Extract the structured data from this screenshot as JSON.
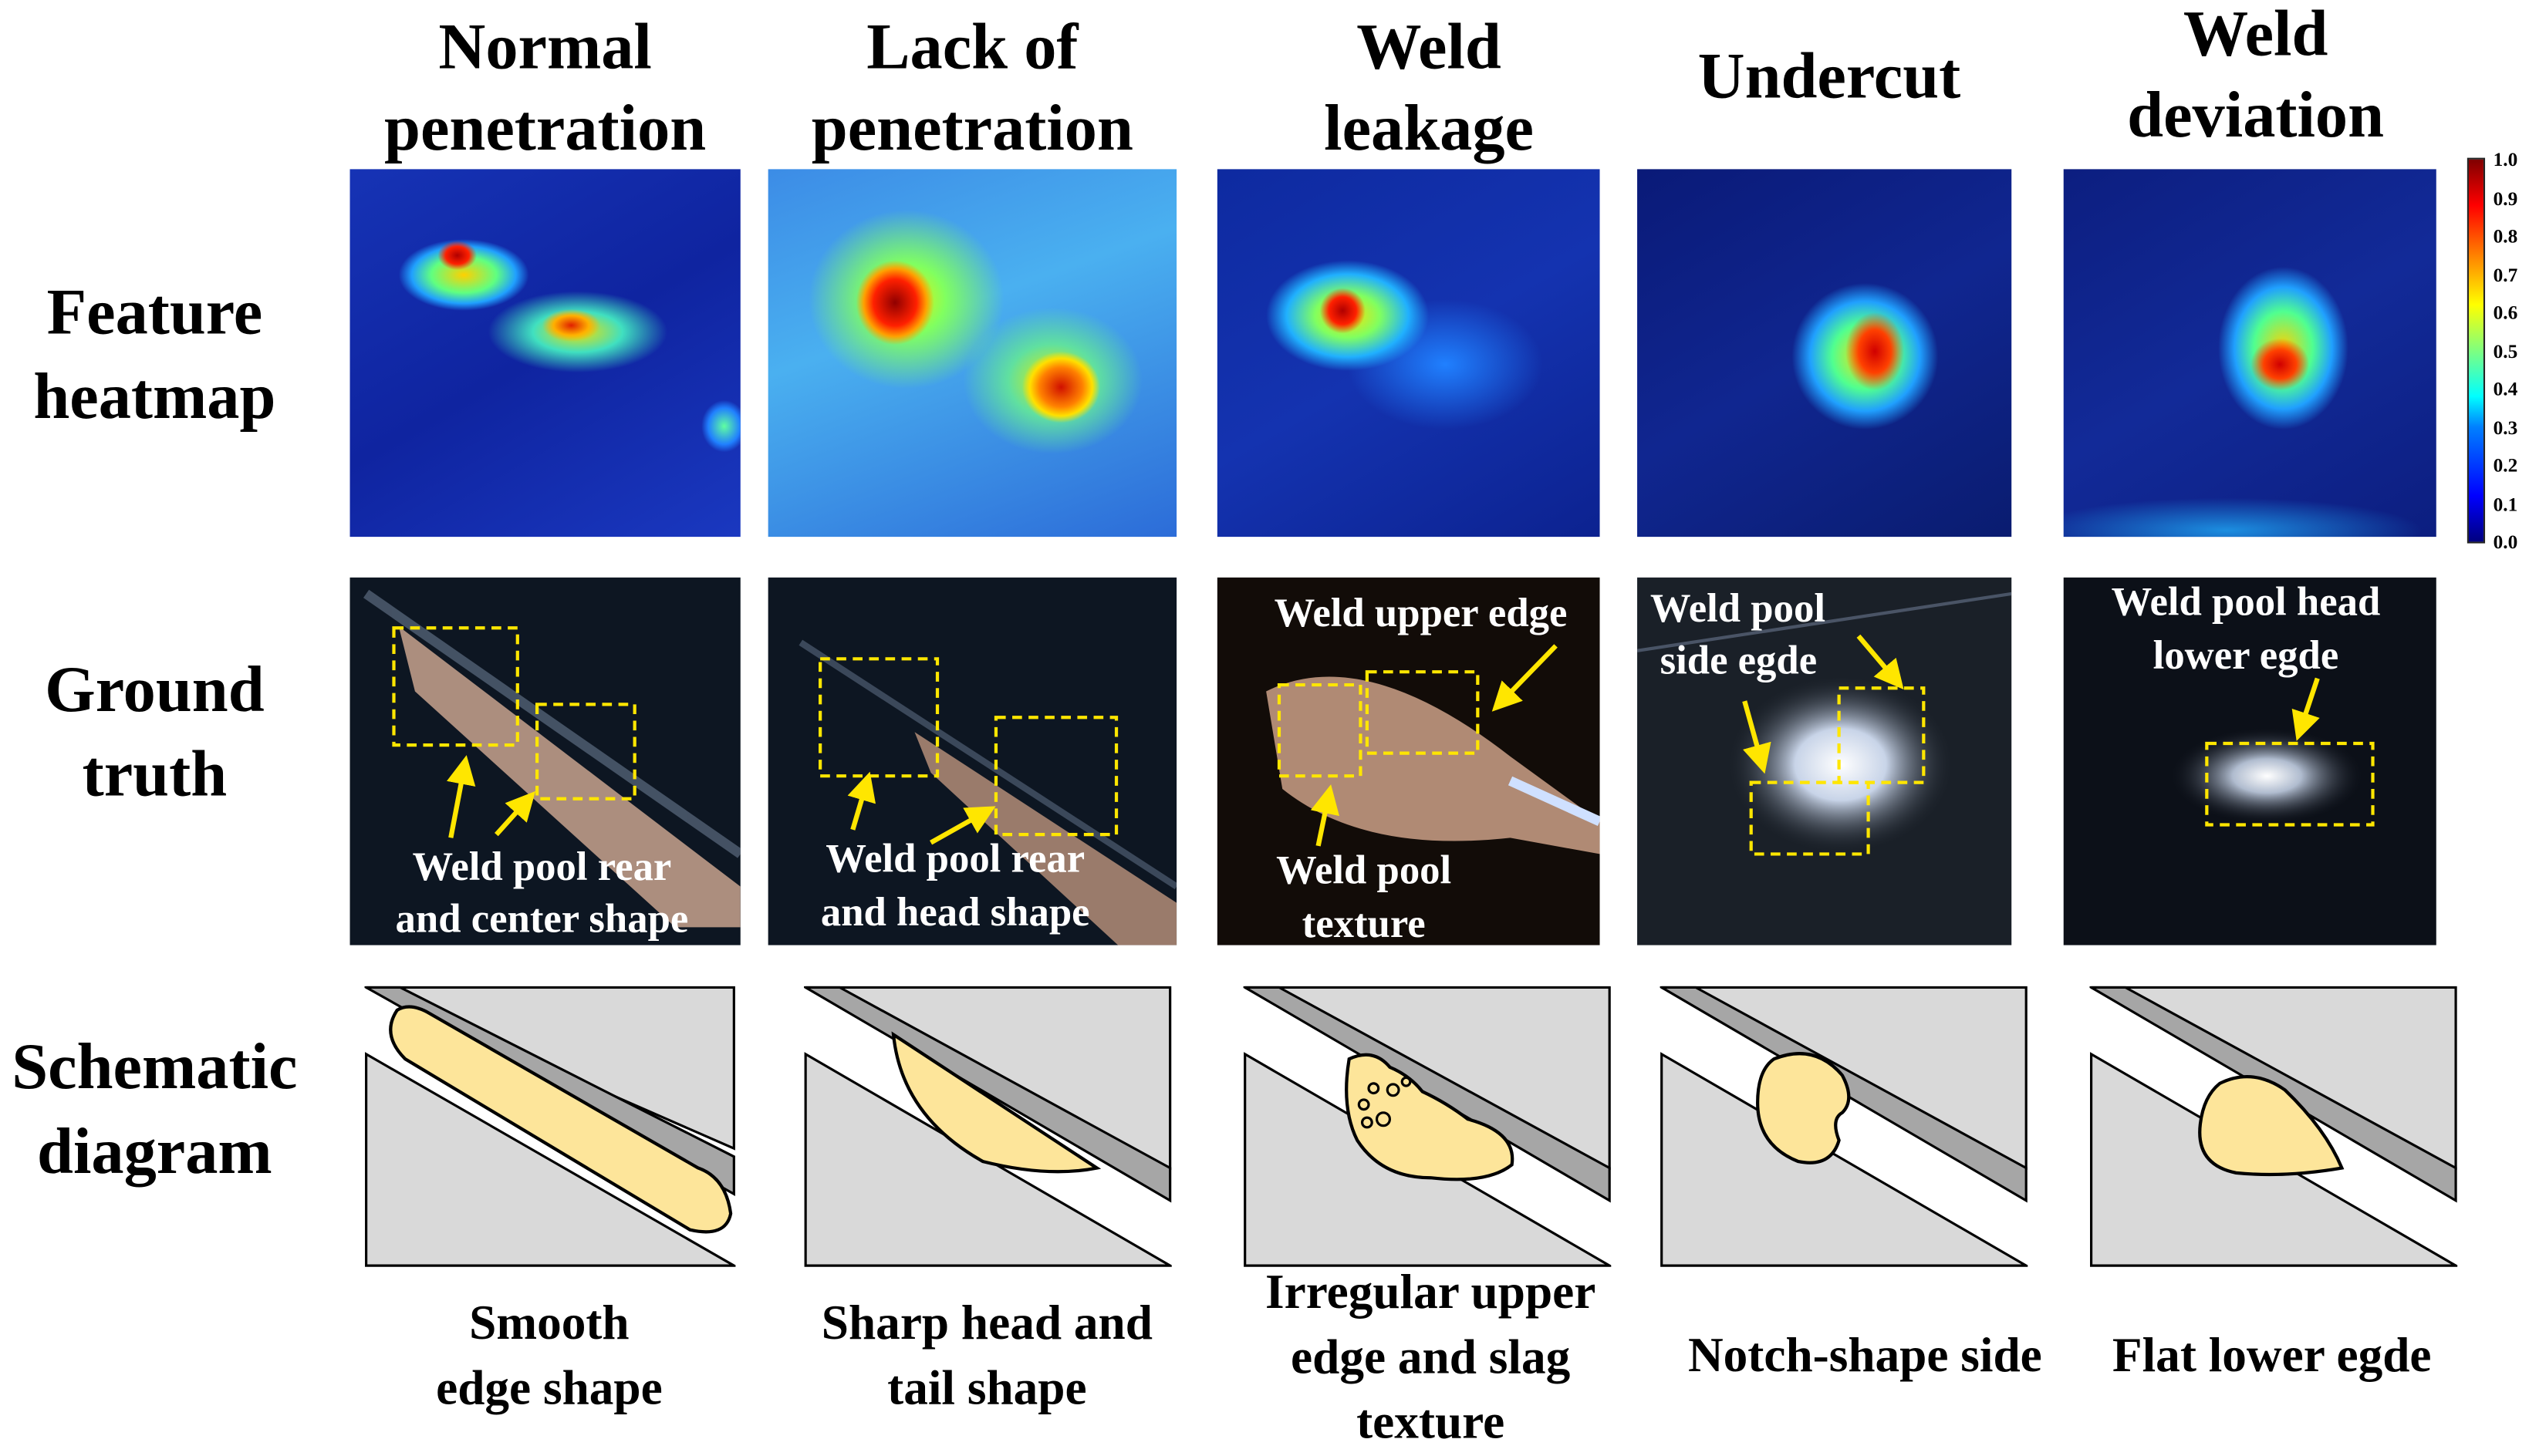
{
  "columns": [
    {
      "title": [
        "Normal",
        "penetration"
      ],
      "gt_labels": [
        "Weld pool rear",
        "and center shape"
      ],
      "caption": [
        "Smooth",
        "edge shape"
      ]
    },
    {
      "title": [
        "Lack of",
        "penetration"
      ],
      "gt_labels": [
        "Weld pool rear",
        "and head shape"
      ],
      "caption": [
        "Sharp head and",
        "tail shape"
      ]
    },
    {
      "title": [
        "Weld",
        "leakage"
      ],
      "gt_labels": [
        "Weld upper edge",
        "Weld pool",
        "texture"
      ],
      "caption": [
        "Irregular upper",
        "edge and slag",
        "texture"
      ]
    },
    {
      "title": [
        "Undercut"
      ],
      "gt_labels": [
        "Weld pool",
        "side egde"
      ],
      "caption": [
        "Notch-shape side"
      ]
    },
    {
      "title": [
        "Weld",
        "deviation"
      ],
      "gt_labels": [
        "Weld pool head",
        "lower egde"
      ],
      "caption": [
        "Flat lower egde"
      ]
    }
  ],
  "rows": [
    {
      "label": [
        "Feature",
        "heatmap"
      ]
    },
    {
      "label": [
        "Ground",
        "truth"
      ]
    },
    {
      "label": [
        "Schematic",
        "diagram"
      ]
    }
  ],
  "colorbar": {
    "ticks": [
      "1.0",
      "0.9",
      "0.8",
      "0.7",
      "0.6",
      "0.5",
      "0.4",
      "0.3",
      "0.2",
      "0.1",
      "0.0"
    ],
    "range": [
      0.0,
      1.0
    ]
  },
  "colors": {
    "annotation": "#ffe600",
    "weld_pool": "#fde59a",
    "plate": "#d9d9d9",
    "gap_band": "#a6a6a6"
  }
}
